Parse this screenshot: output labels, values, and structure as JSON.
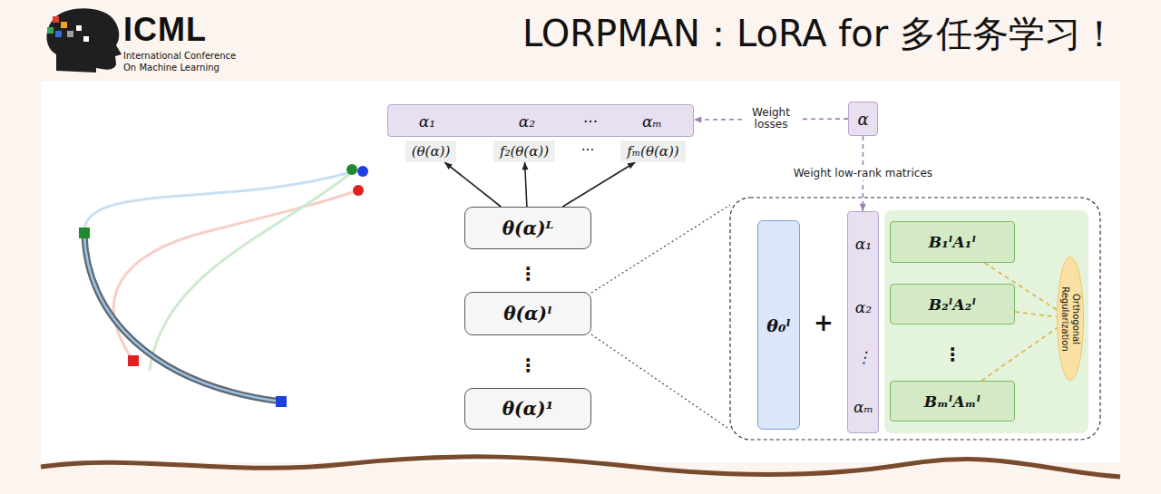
{
  "diagram": {
    "title": "LORPMAN：LoRA for 多任务学习！",
    "nodes": [
      {
        "text": [
          "α₁",
          "α₂",
          "···",
          "αₘ"
        ]
      },
      {
        "text": [
          "(θ(α))"
        ]
      },
      {
        "text": [
          "f₂(θ(α))"
        ]
      },
      {
        "text": [
          "fₘ(θ(α))"
        ]
      },
      {
        "text": [
          "α"
        ]
      },
      {
        "text": [
          "θ(α)ᴸ"
        ]
      },
      {
        "text": [
          "θ(α)ˡ"
        ]
      },
      {
        "text": [
          "θ(α)¹"
        ]
      },
      {
        "text": [
          "θ₀ˡ"
        ]
      },
      {
        "text": [
          "α₁",
          "α₂",
          "⋮",
          "αₘ"
        ]
      },
      {
        "text": [
          "B₁ˡA₁ˡ"
        ]
      },
      {
        "text": [
          "B₂ˡA₂ˡ"
        ]
      },
      {
        "text": [
          "BₘˡAₘˡ"
        ]
      },
      {
        "text": [
          "Orthogonal Regularization"
        ]
      }
    ],
    "edges": [
      {
        "from": 5,
        "to": 1,
        "arrow": "to"
      },
      {
        "from": 5,
        "to": 2,
        "arrow": "to"
      },
      {
        "from": 5,
        "to": 3,
        "arrow": "to"
      },
      {
        "from": 4,
        "to": 0,
        "arrow": "to",
        "label": "Weight losses"
      },
      {
        "from": 4,
        "to": 9,
        "arrow": "to",
        "label": "Weight low-rank matrices"
      },
      {
        "from": 10,
        "to": 13,
        "arrow": "none"
      },
      {
        "from": 11,
        "to": 13,
        "arrow": "none"
      },
      {
        "from": 12,
        "to": 13,
        "arrow": "none"
      }
    ],
    "labels": [
      "ICML",
      "International Conference",
      "On Machine Learning",
      "···",
      "⋮",
      "⋮",
      "+",
      "⋮"
    ]
  }
}
